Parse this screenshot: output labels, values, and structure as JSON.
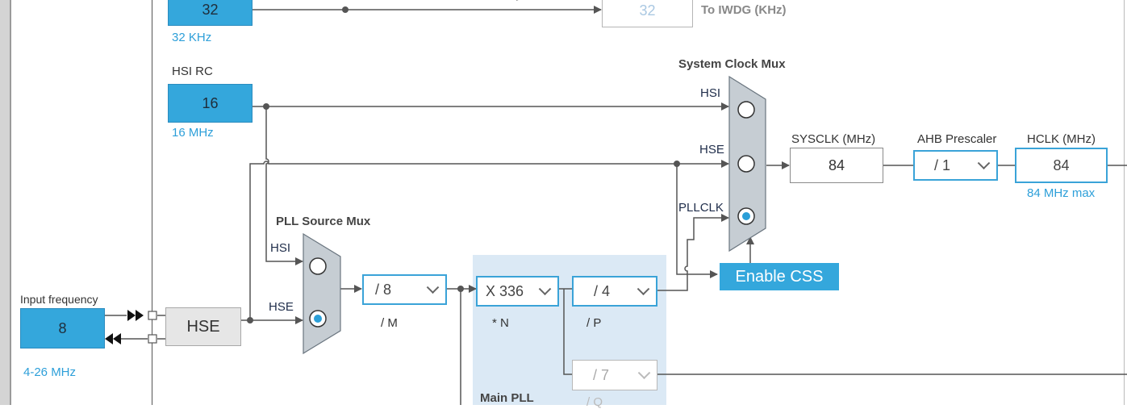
{
  "lsi": {
    "value": "32",
    "freq": "32 KHz",
    "iwdg_value": "32",
    "iwdg_label": "To IWDG (KHz)"
  },
  "hsi": {
    "label": "HSI RC",
    "value": "16",
    "freq": "16 MHz"
  },
  "hse": {
    "input_label": "Input frequency",
    "value": "8",
    "range": "4-26 MHz",
    "block": "HSE"
  },
  "pll_source_mux": {
    "title": "PLL Source Mux",
    "in_hsi": "HSI",
    "in_hse": "HSE",
    "selected": "HSE"
  },
  "pll": {
    "panel_title": "Main PLL",
    "m": {
      "value": "/ 8",
      "label": "/ M"
    },
    "n": {
      "value": "X 336",
      "label": "* N"
    },
    "p": {
      "value": "/ 4",
      "label": "/ P"
    },
    "q": {
      "value": "/ 7",
      "label": "/ Q"
    }
  },
  "system_clock_mux": {
    "title": "System Clock Mux",
    "in_hsi": "HSI",
    "in_hse": "HSE",
    "in_pll": "PLLCLK",
    "selected": "PLLCLK"
  },
  "css_button": "Enable CSS",
  "sysclk": {
    "label": "SYSCLK (MHz)",
    "value": "84"
  },
  "ahb": {
    "label": "AHB Prescaler",
    "value": "/ 1"
  },
  "hclk": {
    "label": "HCLK (MHz)",
    "value": "84",
    "max": "84 MHz max"
  },
  "colors": {
    "accent": "#34a7dc",
    "line": "#555555",
    "panel": "#dbe9f5"
  }
}
